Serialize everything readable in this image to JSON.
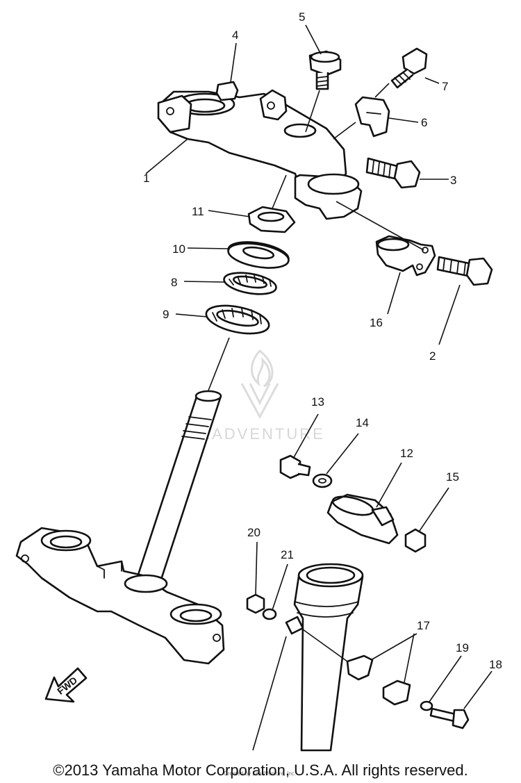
{
  "callouts": [
    "1",
    "2",
    "3",
    "4",
    "5",
    "6",
    "7",
    "8",
    "9",
    "10",
    "11",
    "12",
    "13",
    "14",
    "15",
    "16",
    "17",
    "18",
    "19",
    "20",
    "21"
  ],
  "fwd_label": "FWD",
  "watermark": "LEADVENTURE",
  "credit": "Created by LeadVenture, Inc.",
  "copyright": "©2013 Yamaha Motor Corporation, U.S.A. All rights reserved."
}
